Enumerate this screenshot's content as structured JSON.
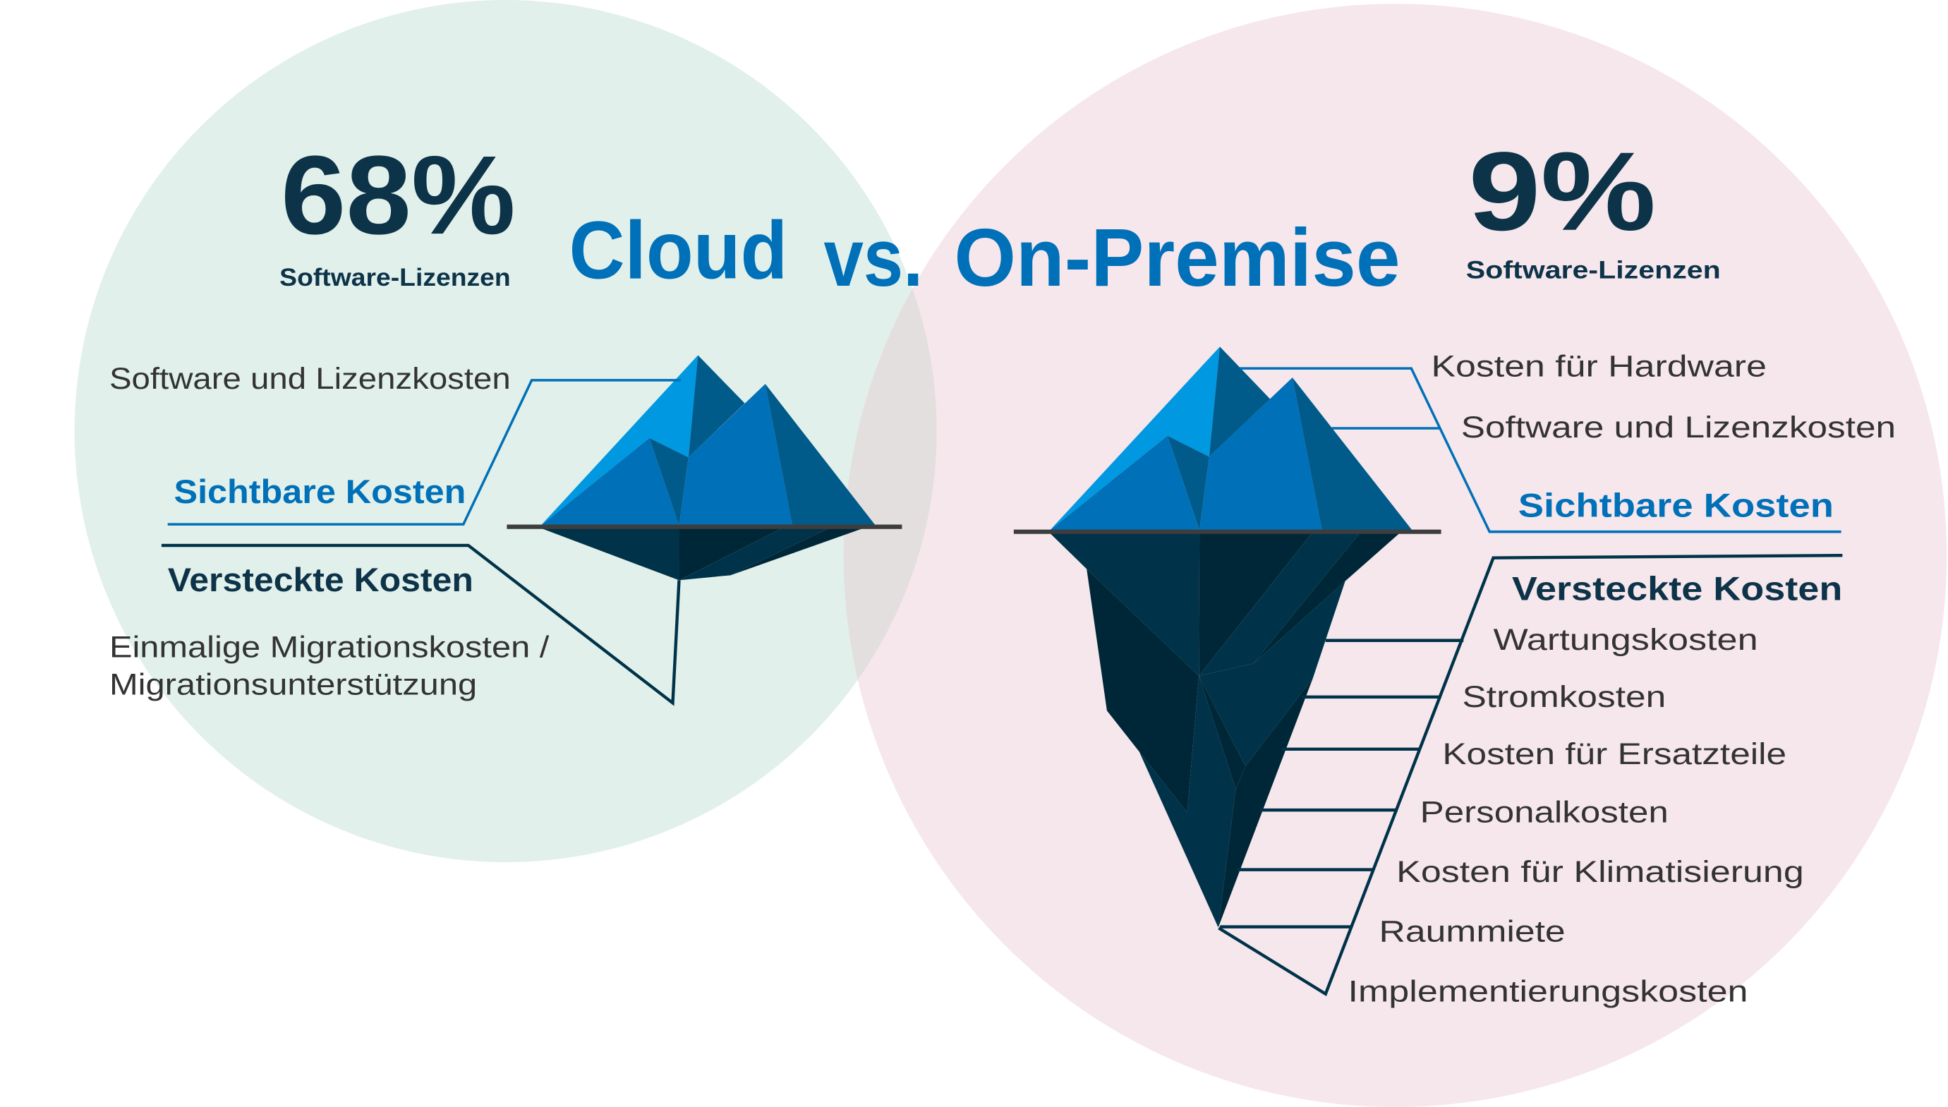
{
  "title": {
    "cloud": "Cloud",
    "vs": "vs.",
    "onprem": "On-Premise"
  },
  "cloud": {
    "percent": "68%",
    "percent_label": "Software-Lizenzen",
    "visible_items": [
      "Software und Lizenzkosten"
    ],
    "visible_heading": "Sichtbare Kosten",
    "hidden_heading": "Versteckte Kosten",
    "hidden_items": [
      "Einmalige Migrationskosten /",
      "Migrationsunterstützung"
    ]
  },
  "onprem": {
    "percent": "9%",
    "percent_label": "Software-Lizenzen",
    "visible_items": [
      "Kosten für Hardware",
      "Software und Lizenzkosten"
    ],
    "visible_heading": "Sichtbare Kosten",
    "hidden_heading": "Versteckte Kosten",
    "hidden_items": [
      "Wartungskosten",
      "Stromkosten",
      "Kosten für Ersatzteile",
      "Personalkosten",
      "Kosten für Klimatisierung",
      "Raummiete",
      "Implementierungskosten"
    ]
  },
  "colors": {
    "cloud_circle": "#e1f0ea",
    "onprem_circle": "#f6e7ec",
    "overlap": "#e4dfdf",
    "accent": "#0070b8",
    "dark": "#0d3349"
  }
}
